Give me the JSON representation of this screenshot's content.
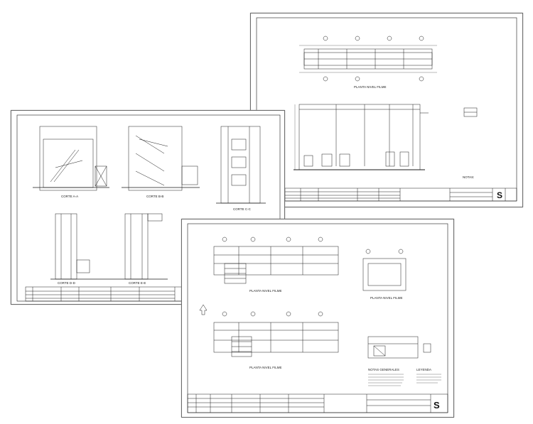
{
  "sheets": {
    "back": {
      "plan_title": "PLANTA NIVEL FILME",
      "notes_label": "NOTAS:",
      "logo_text": "S"
    },
    "left": {
      "corte_labels": [
        "CORTE A-A",
        "CORTE B-B",
        "CORTE C-C"
      ],
      "lower_labels": [
        "CORTE D-D",
        "CORTE E-E"
      ]
    },
    "front": {
      "plan_top_label": "PLANTA NIVEL FILME",
      "plan_bottom_label": "PLANTA NIVEL FILME",
      "detail_label": "PLANTA NIVEL FILME",
      "notes_label": "NOTAS GENERALES",
      "legend_label": "LEYENDA",
      "logo_text": "S"
    }
  },
  "colors": {
    "line": "#1a1a1a",
    "sheet_border": "#6b6b6b",
    "background": "#ffffff"
  }
}
